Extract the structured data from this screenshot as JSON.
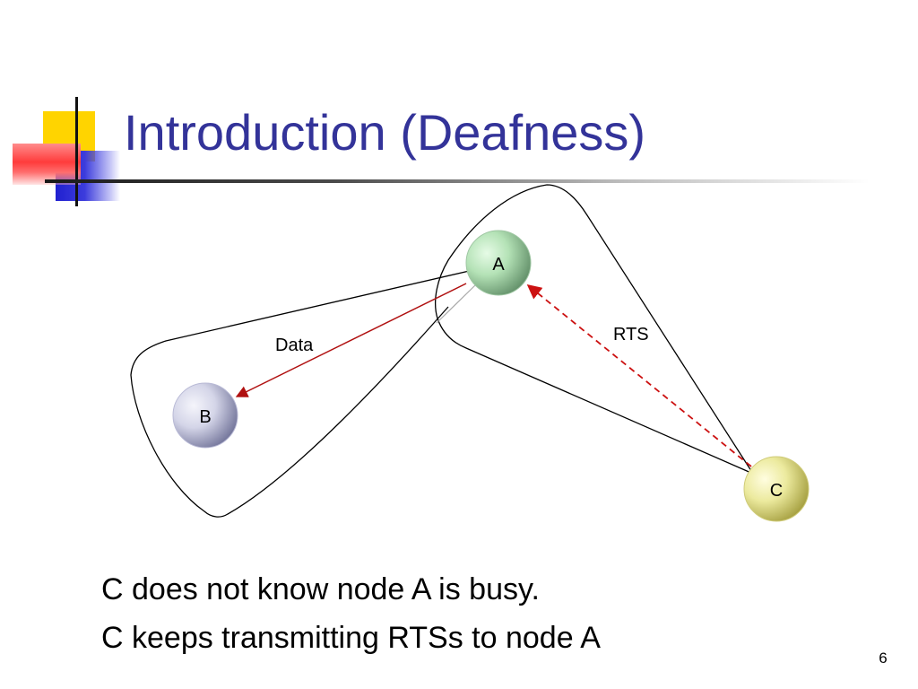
{
  "slide": {
    "title": "Introduction (Deafness)",
    "page_number": "6"
  },
  "diagram": {
    "nodes": {
      "a": {
        "label": "A",
        "color": "#6b9a72"
      },
      "b": {
        "label": "B",
        "color": "#7e80a8"
      },
      "c": {
        "label": "C",
        "color": "#b3ad52"
      }
    },
    "edges": {
      "data": {
        "label": "Data",
        "color": "#b01010"
      },
      "rts": {
        "label": "RTS",
        "color": "#cc1111"
      }
    }
  },
  "bullets": [
    "C does not know node A is busy.",
    "C keeps transmitting RTSs to node A"
  ]
}
